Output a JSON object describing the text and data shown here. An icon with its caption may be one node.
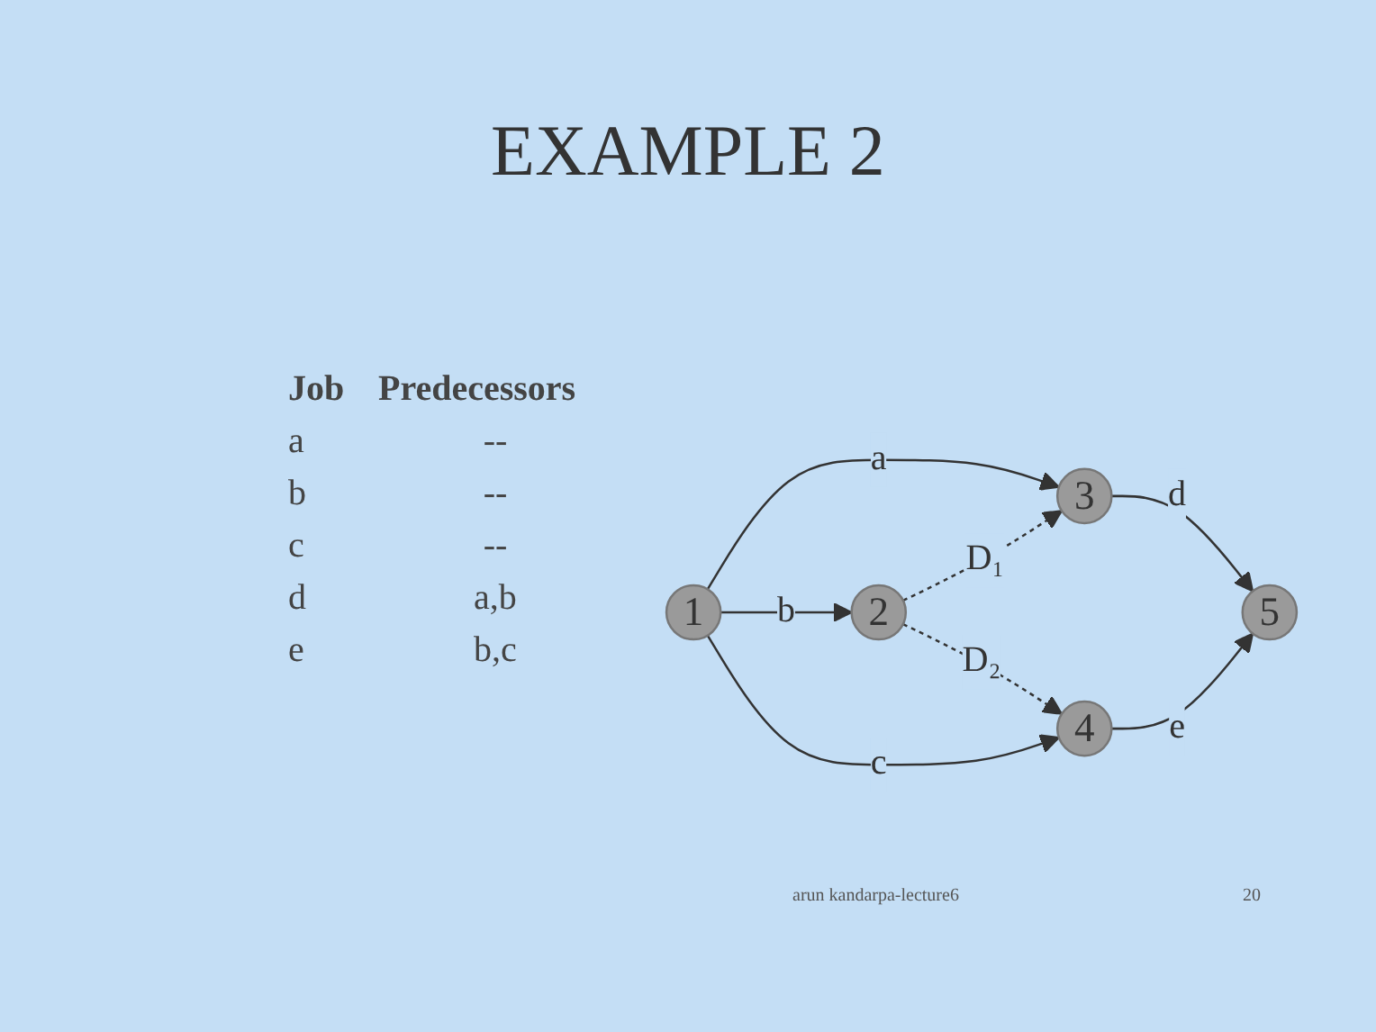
{
  "diagram": {
    "title": "EXAMPLE 2",
    "nodes": [
      {
        "text": [
          "1"
        ]
      },
      {
        "text": [
          "2"
        ]
      },
      {
        "text": [
          "3"
        ]
      },
      {
        "text": [
          "4"
        ]
      },
      {
        "text": [
          "5"
        ]
      }
    ],
    "edges": [
      {
        "from": 0,
        "to": 2,
        "arrow": "to",
        "label": "a"
      },
      {
        "from": 0,
        "to": 1,
        "arrow": "to",
        "label": "b"
      },
      {
        "from": 0,
        "to": 3,
        "arrow": "to",
        "label": "c"
      },
      {
        "from": 1,
        "to": 2,
        "arrow": "to",
        "label": "D₁",
        "style": "dashed"
      },
      {
        "from": 1,
        "to": 3,
        "arrow": "to",
        "label": "D₂",
        "style": "dashed"
      },
      {
        "from": 2,
        "to": 4,
        "arrow": "to",
        "label": "d"
      },
      {
        "from": 3,
        "to": 4,
        "arrow": "to",
        "label": "e"
      }
    ],
    "labels": [
      "Job",
      "Predecessors",
      "a",
      "--",
      "b",
      "--",
      "c",
      "--",
      "d",
      "a,b",
      "e",
      "b,c",
      "arun kandarpa-lecture6",
      "20"
    ]
  }
}
